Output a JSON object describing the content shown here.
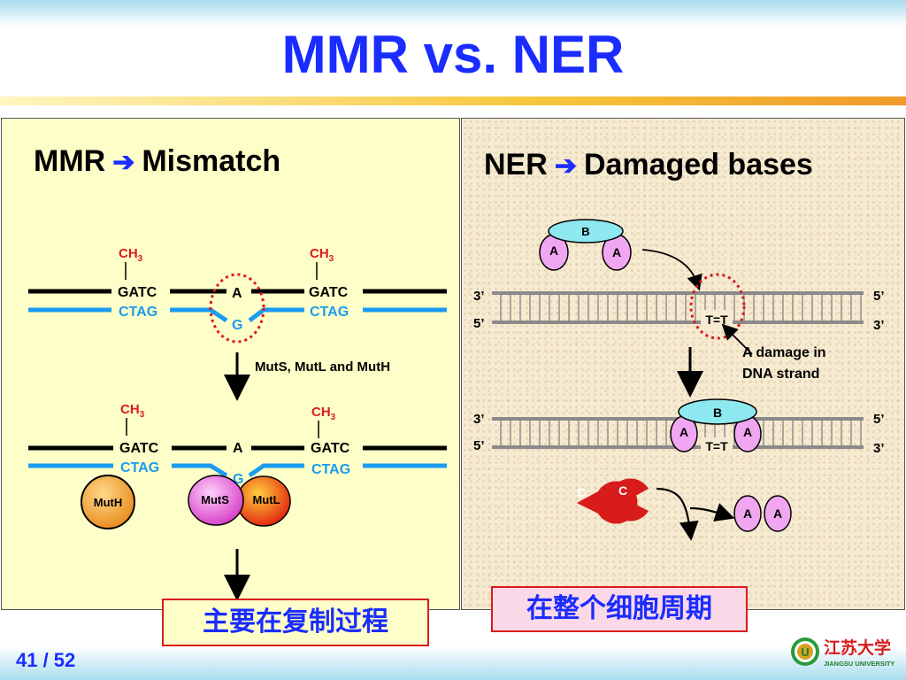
{
  "slide": {
    "title": "MMR vs. NER",
    "page": "41 / 52"
  },
  "mmr": {
    "heading_left": "MMR",
    "heading_right": "Mismatch",
    "methyl": "CH",
    "methyl_sub": "3",
    "top_seq": "GATC",
    "bottom_seq": "CTAG",
    "mismatch_top": "A",
    "mismatch_bottom": "G",
    "step_label": "MutS, MutL and MutH",
    "proteins": {
      "muth": "MutH",
      "muts": "MutS",
      "mutl": "MutL"
    },
    "note": "主要在复制过程"
  },
  "ner": {
    "heading_left": "NER",
    "heading_right": "Damaged bases",
    "enzyme": {
      "b": "B",
      "a": "A"
    },
    "end_3": "3’",
    "end_5": "5’",
    "dimer": "T=T",
    "damage_label_1": "A damage in",
    "damage_label_2": "DNA strand",
    "c_label": "C",
    "note": "在整个细胞周期"
  },
  "logo": {
    "name_cn": "江苏大学",
    "name_en": "JIANGSU UNIVERSITY"
  },
  "colors": {
    "title": "#1a2cff",
    "black_strand": "#000000",
    "blue_strand": "#1a9cf0",
    "red": "#d81c1c",
    "muth_orange": "#f0a23a",
    "muts_pink": "#e85ad8",
    "mutl_red": "#e8320a",
    "enzyme_b": "#8ee8f0",
    "enzyme_a": "#f0a6f0"
  }
}
